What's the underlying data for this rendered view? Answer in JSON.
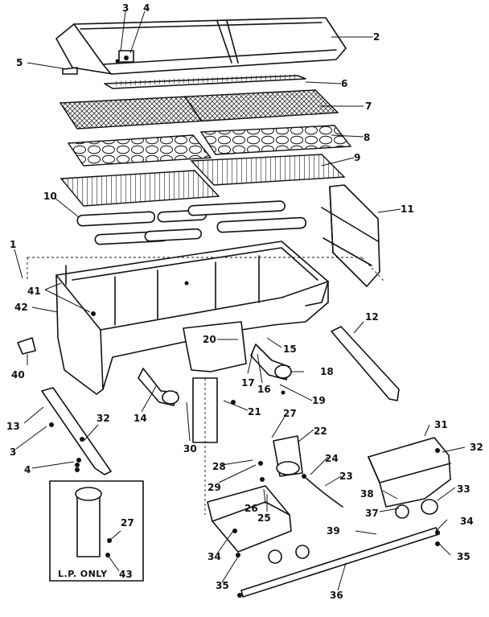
{
  "callouts": {
    "c1": "1",
    "c2": "2",
    "c3a": "3",
    "c3b": "3",
    "c4a": "4",
    "c4b": "4",
    "c5": "5",
    "c6": "6",
    "c7": "7",
    "c8": "8",
    "c9": "9",
    "c10": "10",
    "c11": "11",
    "c12": "12",
    "c13": "13",
    "c14": "14",
    "c15": "15",
    "c16": "16",
    "c17": "17",
    "c18": "18",
    "c19": "19",
    "c20": "20",
    "c21": "21",
    "c22": "22",
    "c23": "23",
    "c24": "24",
    "c25": "25",
    "c26": "26",
    "c27a": "27",
    "c27b": "27",
    "c28": "28",
    "c29": "29",
    "c30": "30",
    "c31": "31",
    "c32a": "32",
    "c32b": "32",
    "c33": "33",
    "c34a": "34",
    "c34b": "34",
    "c35a": "35",
    "c35b": "35",
    "c36": "36",
    "c37": "37",
    "c38": "38",
    "c39": "39",
    "c40": "40",
    "c41": "41",
    "c42": "42",
    "c43": "43"
  },
  "inset": {
    "label": "L.P. ONLY"
  }
}
